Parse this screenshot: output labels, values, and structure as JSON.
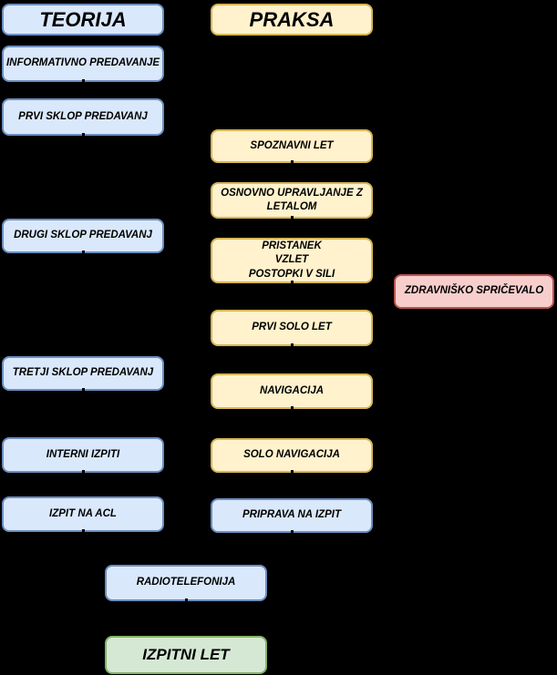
{
  "diagram": {
    "background": "#000000",
    "palette": {
      "blue": {
        "fill": "#dae8fc",
        "border": "#6c8ebf"
      },
      "yellow": {
        "fill": "#fff2cc",
        "border": "#d6b656"
      },
      "pink": {
        "fill": "#f8cecc",
        "border": "#b85450"
      },
      "green": {
        "fill": "#d5e8d4",
        "border": "#82b366"
      }
    },
    "nodes": {
      "teorija": {
        "label": "TEORIJA",
        "color": "blue"
      },
      "informativno": {
        "label": "INFORMATIVNO PREDAVANJE",
        "color": "blue"
      },
      "prvi_sklop": {
        "label": "PRVI SKLOP PREDAVANJ",
        "color": "blue"
      },
      "drugi_sklop": {
        "label": "DRUGI SKLOP PREDAVANJ",
        "color": "blue"
      },
      "tretji_sklop": {
        "label": "TRETJI SKLOP PREDAVANJ",
        "color": "blue"
      },
      "interni_izpiti": {
        "label": "INTERNI IZPITI",
        "color": "blue"
      },
      "izpit_na_acl": {
        "label": "IZPIT NA ACL",
        "color": "blue"
      },
      "praksa": {
        "label": "PRAKSA",
        "color": "yellow"
      },
      "spoznavni_let": {
        "label": "SPOZNAVNI LET",
        "color": "yellow"
      },
      "osnovno": {
        "label": "OSNOVNO UPRAVLJANJE Z\nLETALOM",
        "color": "yellow"
      },
      "pristanek": {
        "label": "PRISTANEK\nVZLET\nPOSTOPKI V SILI",
        "color": "yellow"
      },
      "prvi_solo_let": {
        "label": "PRVI SOLO LET",
        "color": "yellow"
      },
      "navigacija": {
        "label": "NAVIGACIJA",
        "color": "yellow"
      },
      "solo_navigacija": {
        "label": "SOLO NAVIGACIJA",
        "color": "yellow"
      },
      "priprava_na_izpit": {
        "label": "PRIPRAVA NA IZPIT",
        "color": "blue"
      },
      "zdravnisko": {
        "label": "ZDRAVNIŠKO SPRIČEVALO",
        "color": "pink"
      },
      "radiotelefonija": {
        "label": "RADIOTELEFONIJA",
        "color": "blue"
      },
      "izpitni_let": {
        "label": "IZPITNI LET",
        "color": "green"
      }
    }
  }
}
